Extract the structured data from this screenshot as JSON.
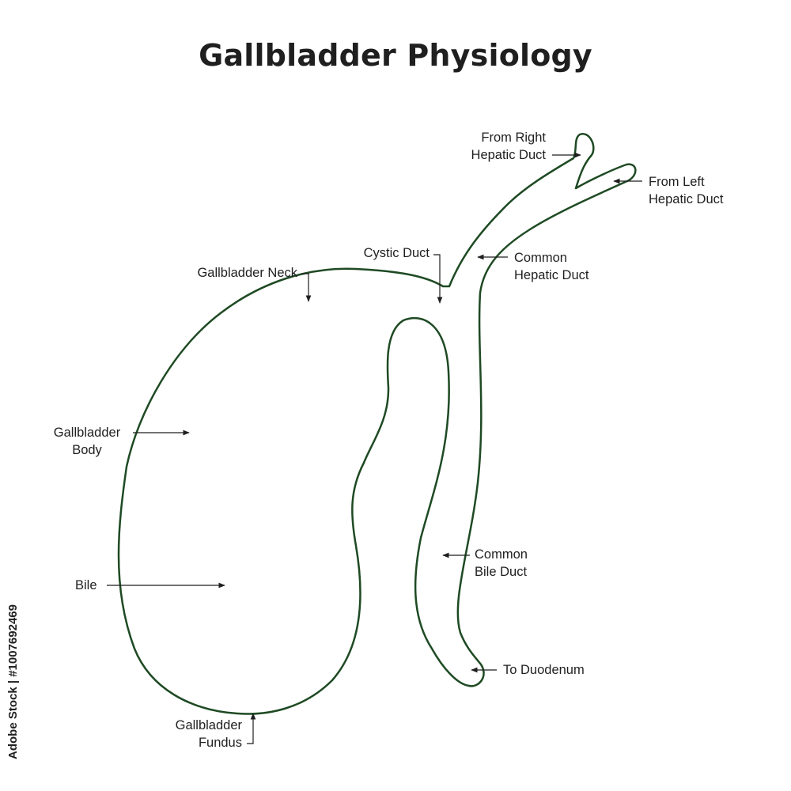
{
  "title": "Gallbladder Physiology",
  "labels": {
    "right_hepatic": [
      "From Right",
      "Hepatic Duct"
    ],
    "left_hepatic": [
      "From Left",
      "Hepatic Duct"
    ],
    "cystic_duct": "Cystic Duct",
    "common_hepatic": [
      "Common",
      "Hepatic Duct"
    ],
    "neck": "Gallbladder Neck",
    "body": [
      "Gallbladder",
      "Body"
    ],
    "bile": "Bile",
    "common_bile": [
      "Common",
      "Bile Duct"
    ],
    "duodenum": "To Duodenum",
    "fundus": [
      "Gallbladder",
      "Fundus"
    ]
  },
  "stock_id": "Adobe Stock | #1007692469",
  "colors": {
    "outline": "#1e4a23",
    "text": "#1f1f1f"
  }
}
